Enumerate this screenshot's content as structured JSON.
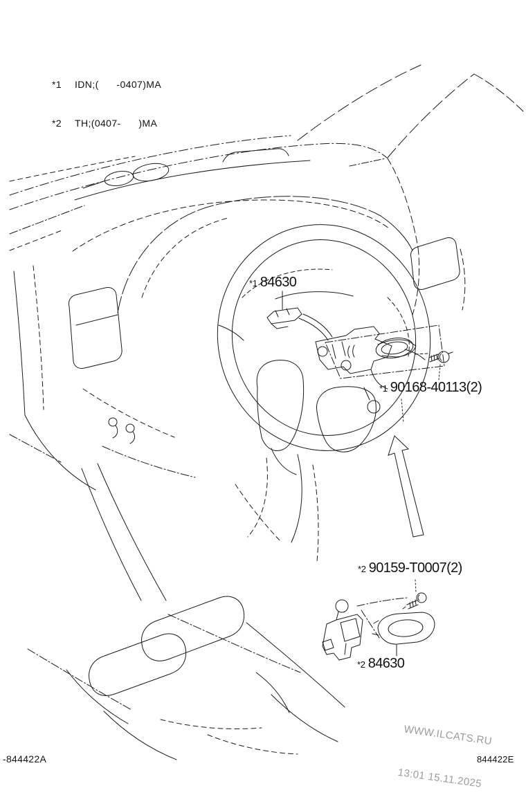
{
  "colors": {
    "background": "#ffffff",
    "line": "#1a1a1a",
    "watermark": "#9c9c9c",
    "text": "#111111"
  },
  "notes": [
    {
      "marker": "*1",
      "text": "IDN;(      -0407)MA"
    },
    {
      "marker": "*2",
      "text": "TH;(0407-      )MA"
    }
  ],
  "part_labels": [
    {
      "marker": "*1",
      "number": "84630"
    },
    {
      "marker": "*1",
      "number": "90168-40113(2)"
    },
    {
      "marker": "*2",
      "number": "90159-T0007(2)"
    },
    {
      "marker": "*2",
      "number": "84630"
    }
  ],
  "watermark": {
    "line1": "WWW.ILCATS.RU",
    "line2": "13:01 15.11.2025"
  },
  "footer": {
    "left": "-844422A",
    "right": "844422E"
  }
}
